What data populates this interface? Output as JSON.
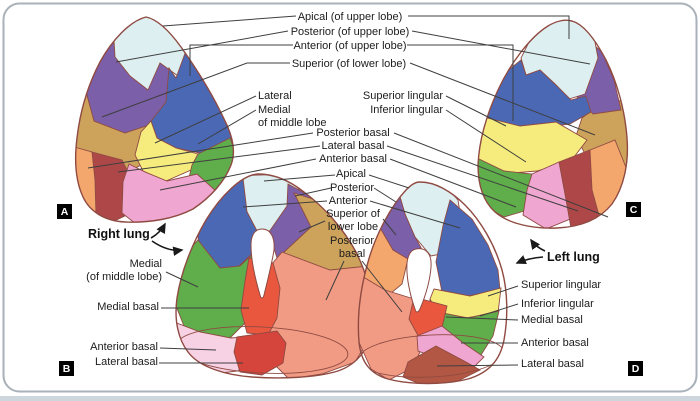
{
  "palette": {
    "outline": "#8f4a42",
    "leader_line": "#3f3f3f",
    "arrow": "#1a1a1a",
    "frame": "#a9b1b9",
    "bottom_strip": "#cdd6dd",
    "background": "#ffffff",
    "apical_cyan": "#ddeff0",
    "posterior_purple": "#7b5fa9",
    "anterior_blue": "#4b68b4",
    "superior_lower_tan": "#cda35c",
    "middle_yellow": "#f6ec7d",
    "middle_green": "#5fad4b",
    "posterior_basal_orange": "#f4a76d",
    "lateral_basal_darkred": "#ae4848",
    "anterior_basal_pink": "#efa6d0",
    "posterior_basal_salmon": "#f29b84",
    "medial_basal_red": "#e9573f",
    "anterior_basal_lightpink": "#f7d2e5",
    "lateral_basal_strongred": "#d6453c",
    "lateral_basal_brown": "#b25743",
    "hilum_white": "#ffffff",
    "badge_bg": "#000000",
    "badge_fg": "#ffffff"
  },
  "badges": {
    "a": "A",
    "b": "B",
    "c": "C",
    "d": "D"
  },
  "captions": {
    "right_lung": "Right lung",
    "left_lung": "Left lung"
  },
  "labels": {
    "apical_upper_lobe": "Apical (of upper lobe)",
    "posterior_upper_lobe": "Posterior (of upper lobe)",
    "anterior_upper_lobe": "Anterior (of upper lobe)",
    "superior_lower_lobe": "Superior (of lower lobe)",
    "lateral": "Lateral",
    "medial": "Medial",
    "of_middle_lobe": "of middle lobe",
    "of_middle_lobe_paren": "(of middle lobe)",
    "superior_lingular": "Superior lingular",
    "inferior_lingular": "Inferior lingular",
    "posterior_basal": "Posterior basal",
    "lateral_basal": "Lateral basal",
    "anterior_basal": "Anterior basal",
    "medial_basal": "Medial basal",
    "apical": "Apical",
    "posterior": "Posterior",
    "anterior": "Anterior",
    "superior_of": "Superior of",
    "lower_lobe": "lower lobe",
    "basal": "basal"
  }
}
